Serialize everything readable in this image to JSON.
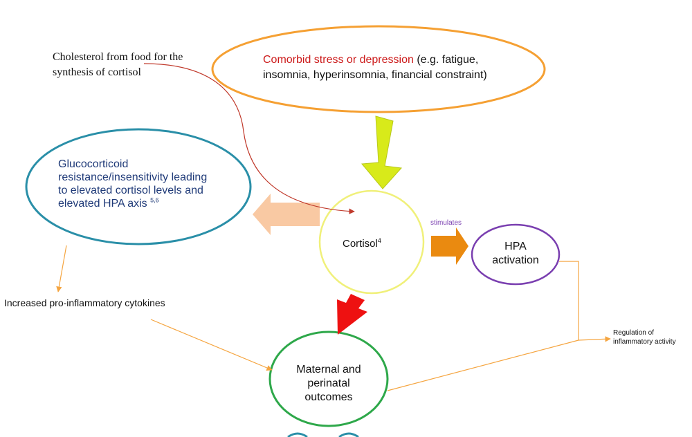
{
  "labels": {
    "cholesterol_line1": "Cholesterol from food for the",
    "cholesterol_line2": "synthesis of cortisol",
    "stress_red": "Comorbid stress or depression",
    "stress_rest1": " (e.g. fatigue,",
    "stress_line2": "insomnia, hyperinsomnia, financial constraint)",
    "gluco_line1": "Glucocorticoid",
    "gluco_line2": "resistance/insensitivity leading",
    "gluco_line3": "to elevated cortisol levels and",
    "gluco_line4": "elevated HPA axis",
    "gluco_ref": "5,6",
    "cortisol": "Cortisol",
    "cortisol_ref": "4",
    "stimulates": "stimulates",
    "hpa_line1": "HPA",
    "hpa_line2": "activation",
    "cytokines": "Increased pro-inflammatory cytokines",
    "regulation_line1": "Regulation of",
    "regulation_line2": "inflammatory activity",
    "maternal_line1": "Maternal and",
    "maternal_line2": "perinatal",
    "maternal_line3": "outcomes"
  },
  "colors": {
    "stress_ellipse": "#f5a033",
    "stress_red_text": "#cc1a1a",
    "gluco_ellipse": "#2a8fa8",
    "gluco_text": "#1f3a78",
    "cortisol_circle": "#f0f07a",
    "hpa_circle": "#7a3fb0",
    "maternal_circle": "#2ea84a",
    "stimulates_text": "#7a3fb0",
    "arrow_yellowgreen": "#d8ea1a",
    "arrow_peach": "#f9c9a3",
    "arrow_orange": "#ea8a10",
    "arrow_red": "#ee1111",
    "connector_orange": "#f5a540",
    "cholesterol_curve": "#c0392b"
  }
}
